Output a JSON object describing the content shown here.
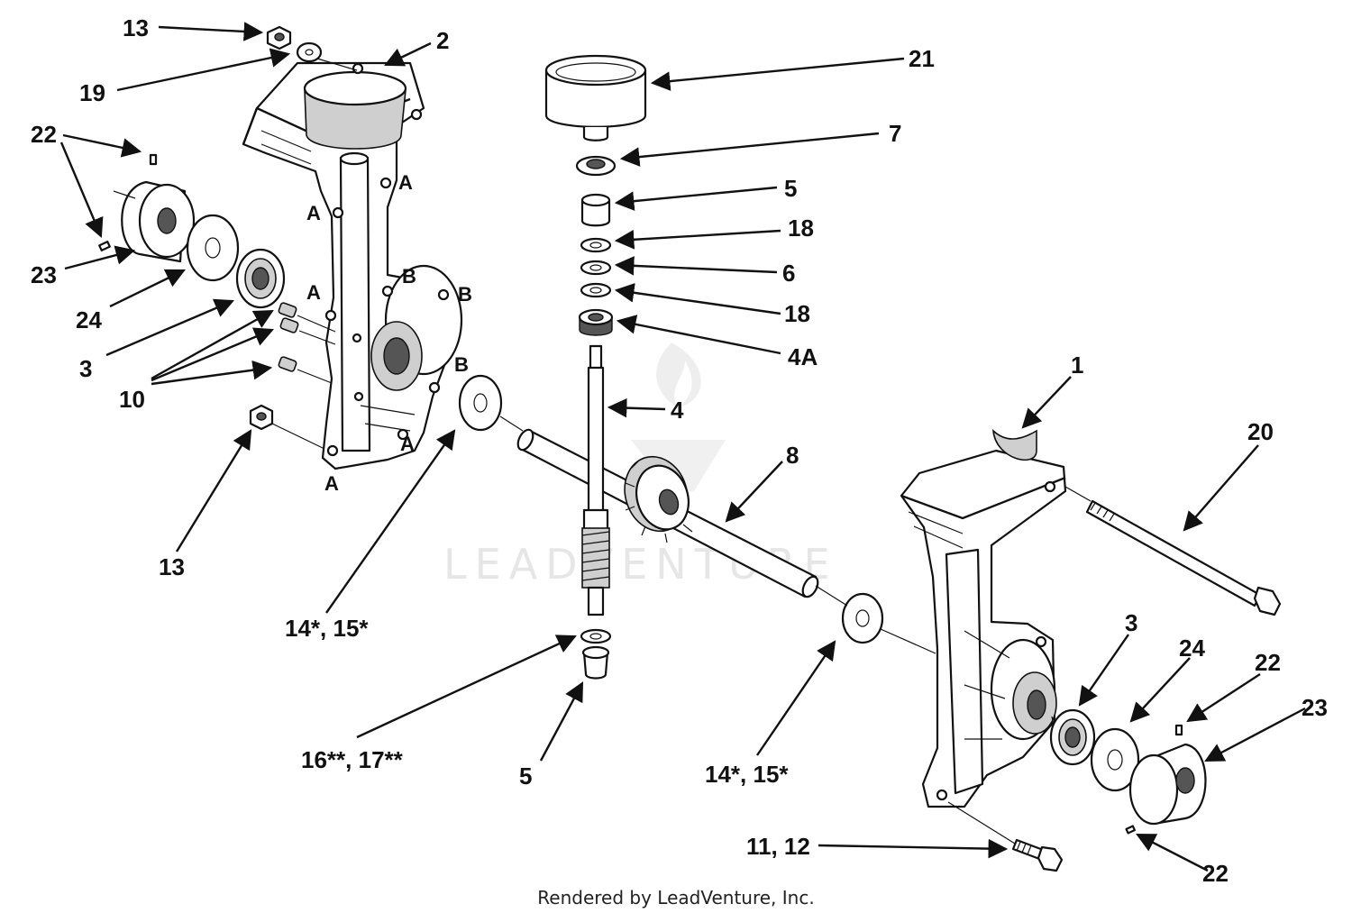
{
  "callouts": [
    {
      "id": "c-13-top",
      "label": "13"
    },
    {
      "id": "c-19",
      "label": "19"
    },
    {
      "id": "c-2",
      "label": "2"
    },
    {
      "id": "c-22-left",
      "label": "22"
    },
    {
      "id": "c-23-left",
      "label": "23"
    },
    {
      "id": "c-24-left",
      "label": "24"
    },
    {
      "id": "c-3-left",
      "label": "3"
    },
    {
      "id": "c-10",
      "label": "10"
    },
    {
      "id": "c-13-bottom",
      "label": "13"
    },
    {
      "id": "c-14-15-left",
      "label": "14*, 15*"
    },
    {
      "id": "c-21",
      "label": "21"
    },
    {
      "id": "c-7",
      "label": "7"
    },
    {
      "id": "c-5-top",
      "label": "5"
    },
    {
      "id": "c-18-top",
      "label": "18"
    },
    {
      "id": "c-6",
      "label": "6"
    },
    {
      "id": "c-18-bottom",
      "label": "18"
    },
    {
      "id": "c-4a",
      "label": "4A"
    },
    {
      "id": "c-4",
      "label": "4"
    },
    {
      "id": "c-8",
      "label": "8"
    },
    {
      "id": "c-16-17",
      "label": "16**, 17**"
    },
    {
      "id": "c-5-bottom",
      "label": "5"
    },
    {
      "id": "c-14-15-right",
      "label": "14*, 15*"
    },
    {
      "id": "c-1",
      "label": "1"
    },
    {
      "id": "c-20",
      "label": "20"
    },
    {
      "id": "c-3-right",
      "label": "3"
    },
    {
      "id": "c-24-right",
      "label": "24"
    },
    {
      "id": "c-22-right-top",
      "label": "22"
    },
    {
      "id": "c-23-right",
      "label": "23"
    },
    {
      "id": "c-22-right-bottom",
      "label": "22"
    },
    {
      "id": "c-11-12",
      "label": "11, 12"
    }
  ],
  "reference_letters": {
    "a": "A",
    "b": "B"
  },
  "watermark": "LEADVENTURE",
  "footer": "Rendered by LeadVenture, Inc."
}
